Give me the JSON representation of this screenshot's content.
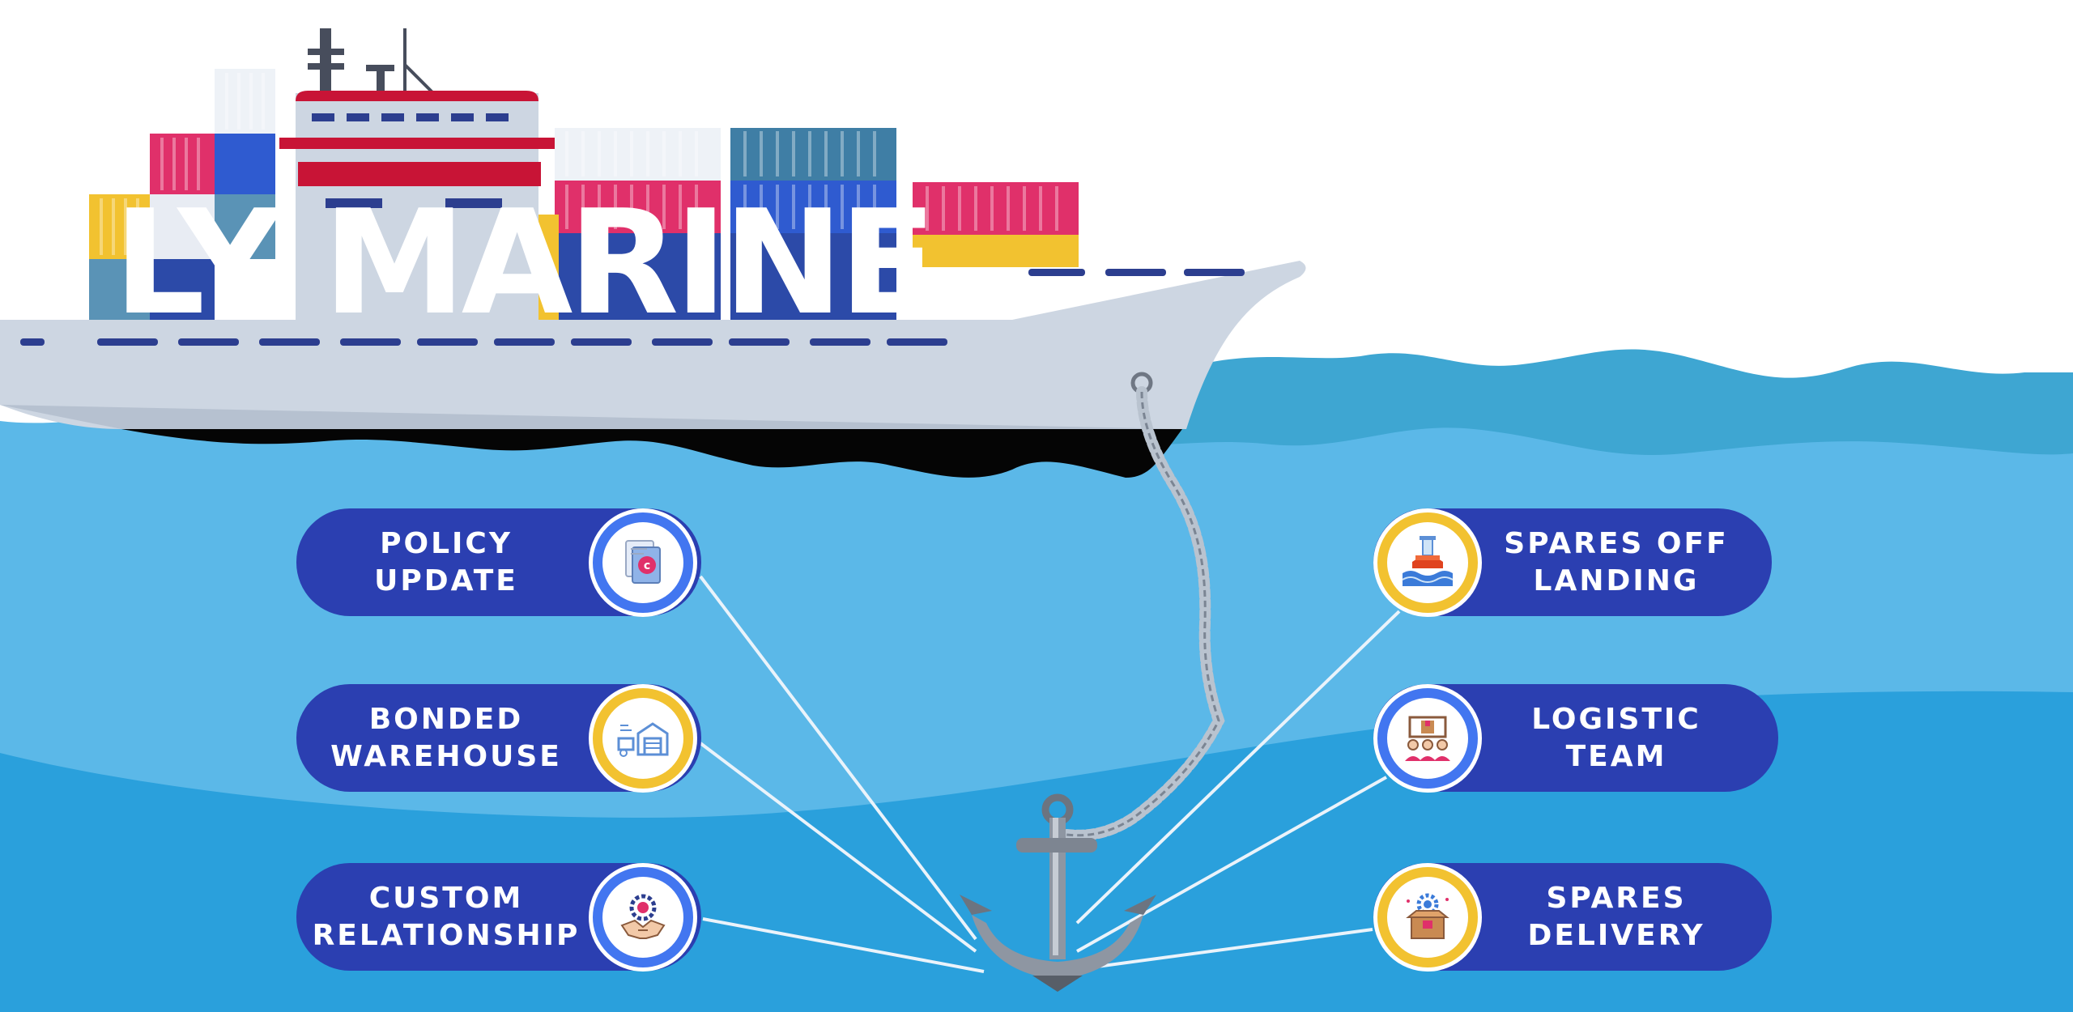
{
  "brand": {
    "title": "LY MARINE"
  },
  "colors": {
    "sea_light": "#5bb8e8",
    "sea_dark": "#2aa0dc",
    "wave_back": "#3ea6d2",
    "pill": "#2b3fb1",
    "badge_blue": "#4276f0",
    "badge_yellow": "#f2c230",
    "hull": "#cdd6e2",
    "red": "#c81436"
  },
  "services": {
    "left": [
      {
        "line1": "POLICY",
        "line2": "UPDATE",
        "icon": "document-check-icon",
        "badge": "blue"
      },
      {
        "line1": "BONDED",
        "line2": "WAREHOUSE",
        "icon": "warehouse-truck-icon",
        "badge": "yellow"
      },
      {
        "line1": "CUSTOM",
        "line2": "RELATIONSHIP",
        "icon": "handshake-gear-icon",
        "badge": "blue"
      }
    ],
    "right": [
      {
        "line1": "SPARES OFF",
        "line2": "LANDING",
        "icon": "buoy-icon",
        "badge": "yellow"
      },
      {
        "line1": "LOGISTIC",
        "line2": "TEAM",
        "icon": "team-box-icon",
        "badge": "blue"
      },
      {
        "line1": "SPARES",
        "line2": "DELIVERY",
        "icon": "box-gear-icon",
        "badge": "yellow"
      }
    ]
  }
}
